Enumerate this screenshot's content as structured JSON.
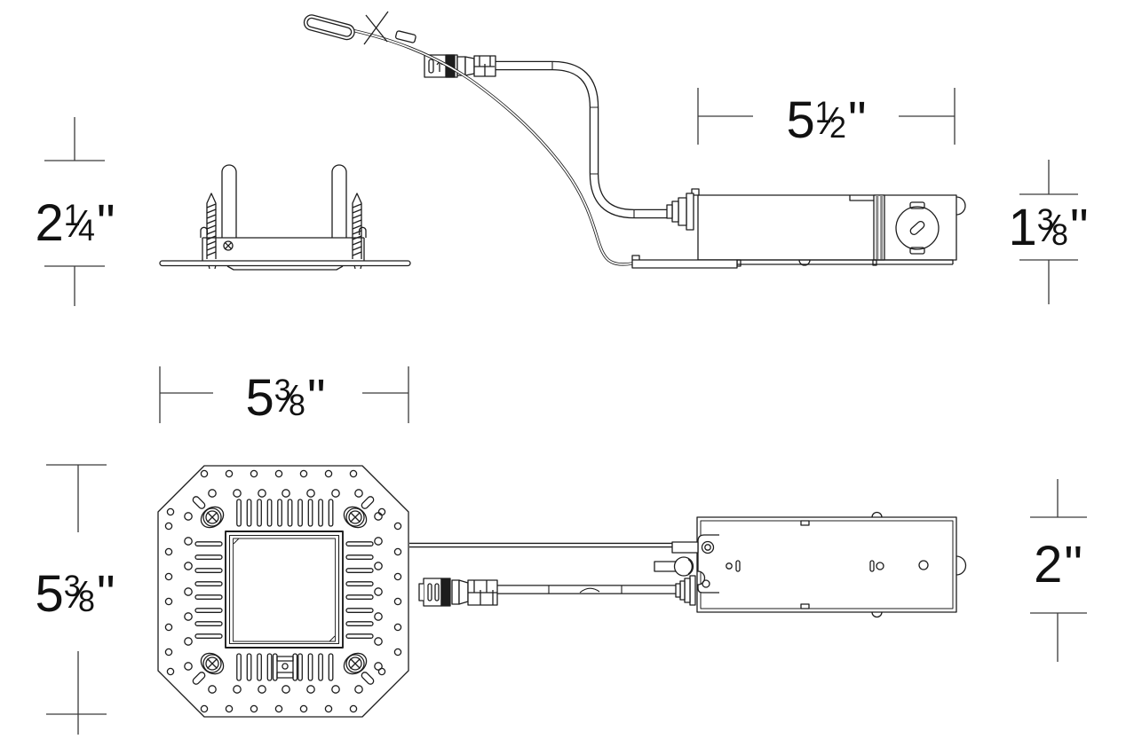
{
  "page": {
    "background": "#ffffff",
    "line_color": "#1d1d1d",
    "dimension_text_color": "#111111",
    "divider_fill": "#8c8c8c"
  },
  "fraction_slash": "⁄",
  "dimensions": {
    "trim_height": {
      "whole": "2",
      "numerator": "1",
      "denominator": "4",
      "unit": "\""
    },
    "housing_length": {
      "whole": "5",
      "numerator": "1",
      "denominator": "2",
      "unit": "\""
    },
    "housing_height": {
      "whole": "1",
      "numerator": "3",
      "denominator": "8",
      "unit": "\""
    },
    "plate_width": {
      "whole": "5",
      "numerator": "3",
      "denominator": "8",
      "unit": "\""
    },
    "plate_height": {
      "whole": "5",
      "numerator": "3",
      "denominator": "8",
      "unit": "\""
    },
    "junction_box_depth": {
      "whole": "2",
      "numerator": "",
      "denominator": "",
      "unit": "\""
    }
  }
}
